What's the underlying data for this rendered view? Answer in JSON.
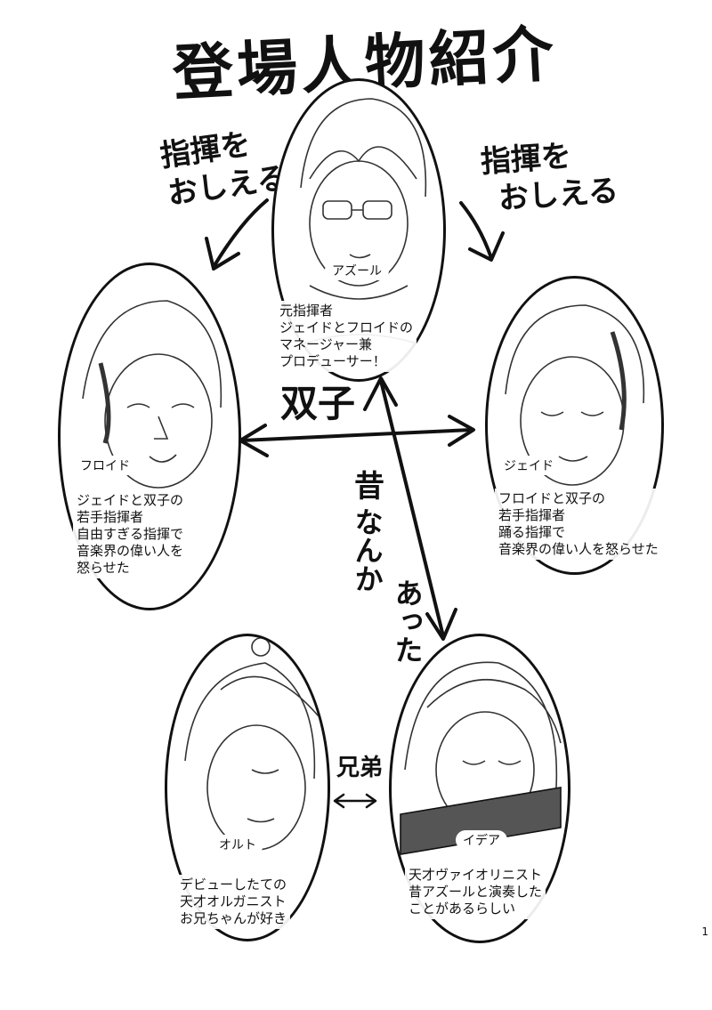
{
  "page_title": "登場人物紹介",
  "arrow_labels": {
    "teach_left_1": "指揮を",
    "teach_left_2": "おしえる",
    "teach_right_1": "指揮を",
    "teach_right_2": "おしえる",
    "twins": "双子",
    "past_1": "昔",
    "past_2": "なんか",
    "past_3": "あった",
    "brothers": "兄弟"
  },
  "characters": {
    "azul": {
      "name": "アズール",
      "desc": "元指揮者\nジェイドとフロイドの\nマネージャー兼\nプロデューサー！"
    },
    "floyd": {
      "name": "フロイド",
      "desc": "ジェイドと双子の\n若手指揮者\n自由すぎる指揮で\n音楽界の偉い人を\n怒らせた"
    },
    "jade": {
      "name": "ジェイド",
      "desc": "フロイドと双子の\n若手指揮者\n踊る指揮で\n音楽界の偉い人を怒らせた"
    },
    "ortho": {
      "name": "オルト",
      "desc": "デビューしたての\n天才オルガニスト\nお兄ちゃんが好き"
    },
    "idia": {
      "name": "イデア",
      "desc": "天才ヴァイオリニスト\n昔アズールと演奏した\nことがあるらしい"
    }
  },
  "page_number": "1"
}
